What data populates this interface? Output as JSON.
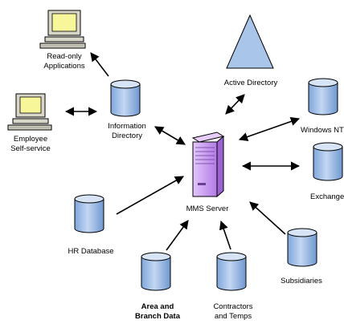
{
  "diagram": {
    "nodes": {
      "readonly": {
        "label_lines": [
          "Read-only",
          "Applications"
        ],
        "icon": "computer-icon"
      },
      "employee": {
        "label_lines": [
          "Employee",
          "Self-service"
        ],
        "icon": "computer-icon"
      },
      "infodir": {
        "label_lines": [
          "Information",
          "Directory"
        ],
        "icon": "database-icon",
        "color": "#a9c5ea"
      },
      "activedir": {
        "label_lines": [
          "Active Directory"
        ],
        "icon": "triangle-icon",
        "color": "#a9c5ea"
      },
      "windowsnt": {
        "label_lines": [
          "Windows NT"
        ],
        "icon": "database-icon",
        "color": "#a9c5ea"
      },
      "exchange": {
        "label_lines": [
          "Exchange"
        ],
        "icon": "database-icon",
        "color": "#a9c5ea"
      },
      "mms": {
        "label_lines": [
          "MMS Server"
        ],
        "icon": "server-icon",
        "color": "#c88ef0"
      },
      "hrdb": {
        "label_lines": [
          "HR Database"
        ],
        "icon": "database-icon",
        "color": "#a9c5ea"
      },
      "subsidiaries": {
        "label_lines": [
          "Subsidiaries"
        ],
        "icon": "database-icon",
        "color": "#a9c5ea"
      },
      "areabranch": {
        "label_lines": [
          "Area and",
          "Branch Data"
        ],
        "icon": "database-icon",
        "color": "#a9c5ea"
      },
      "contractors": {
        "label_lines": [
          "Contractors",
          "and Temps"
        ],
        "icon": "database-icon",
        "color": "#a9c5ea"
      }
    },
    "edges": [
      {
        "from": "infodir",
        "to": "readonly",
        "direction": "to"
      },
      {
        "from": "employee",
        "to": "infodir",
        "direction": "both"
      },
      {
        "from": "infodir",
        "to": "mms",
        "direction": "both"
      },
      {
        "from": "mms",
        "to": "activedir",
        "direction": "both"
      },
      {
        "from": "mms",
        "to": "windowsnt",
        "direction": "both"
      },
      {
        "from": "mms",
        "to": "exchange",
        "direction": "both"
      },
      {
        "from": "hrdb",
        "to": "mms",
        "direction": "to"
      },
      {
        "from": "areabranch",
        "to": "mms",
        "direction": "to"
      },
      {
        "from": "contractors",
        "to": "mms",
        "direction": "to"
      },
      {
        "from": "subsidiaries",
        "to": "mms",
        "direction": "to"
      }
    ]
  }
}
